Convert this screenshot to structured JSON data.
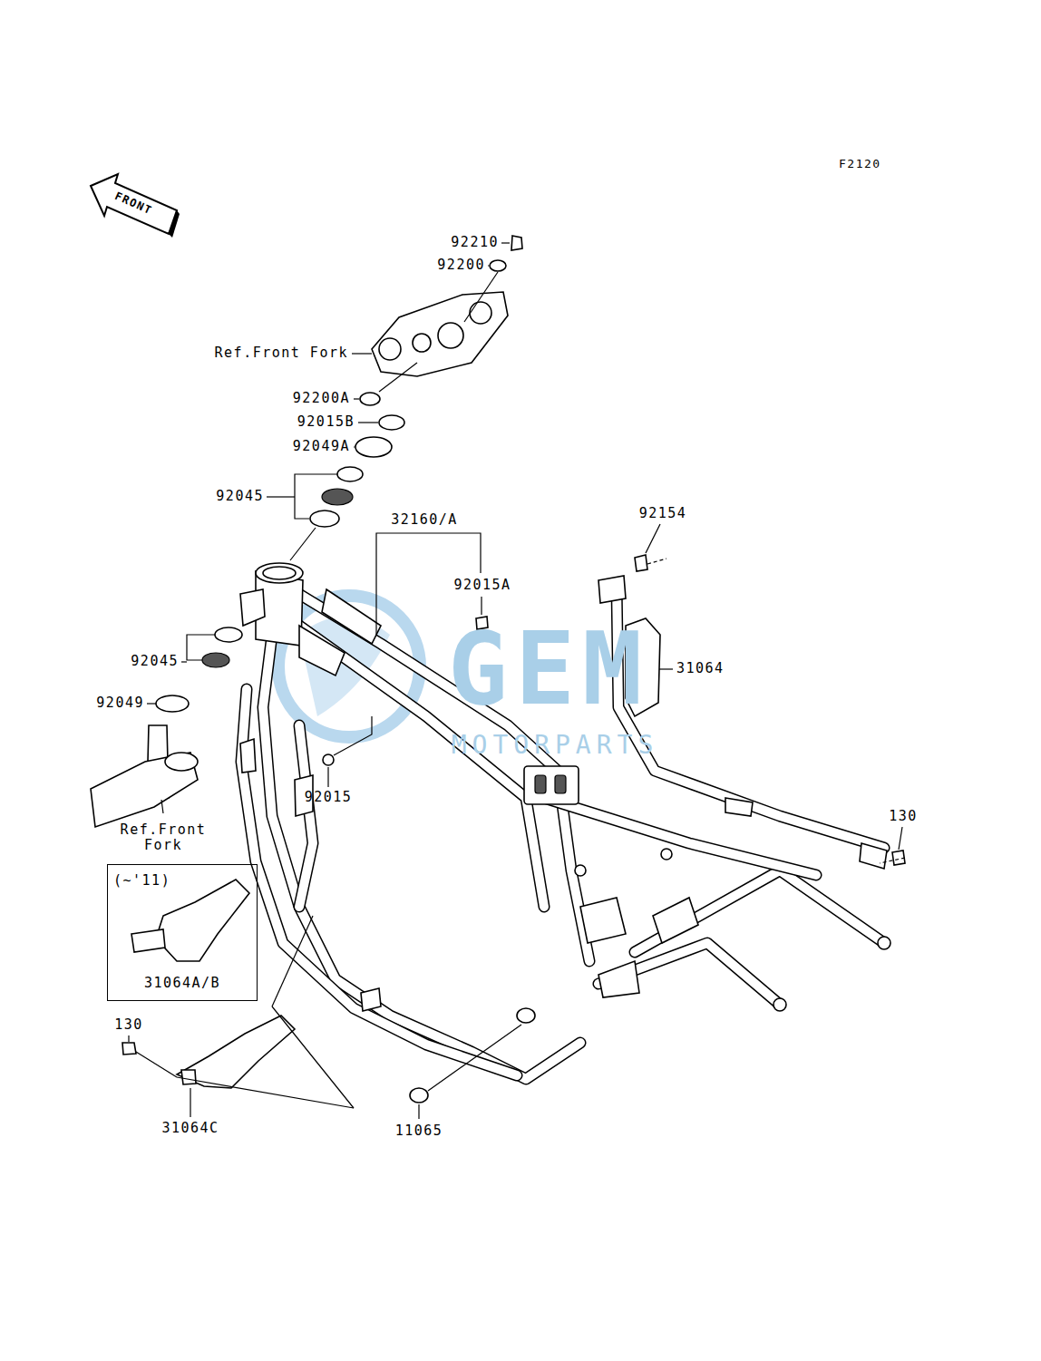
{
  "diagram": {
    "nodes": [
      {
        "text": [
          "(~'11)",
          "31064A/B"
        ]
      }
    ],
    "labels": [
      "F2120",
      "FRONT",
      "92210",
      "92200",
      "Ref.Front Fork",
      "92200A",
      "92015B",
      "92049A",
      "92045",
      "32160/A",
      "92154",
      "92015A",
      "92045",
      "31064",
      "92049",
      "92015",
      "Ref.Front Fork",
      "130",
      "130",
      "31064C",
      "11065",
      "GEM",
      "MOTORPARTS"
    ]
  }
}
